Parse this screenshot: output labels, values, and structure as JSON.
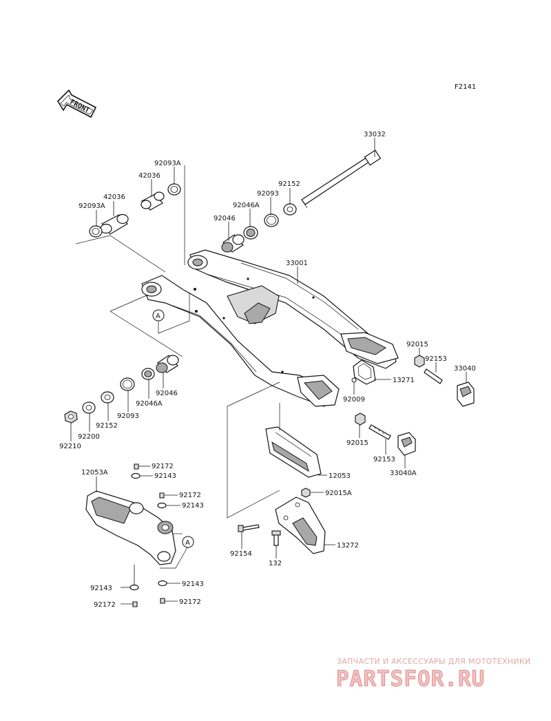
{
  "figure_code": "F2141",
  "front_label": "FRONT",
  "ref_marker": "A",
  "watermark": {
    "subtitle": "ЗАПЧАСТИ И АКСЕССУАРЫ ДЛЯ МОТОТЕХНИКИ",
    "brand": "PARTSFOR.RU"
  },
  "part_numbers": {
    "axle": "33032",
    "collar_a_right": "92093A",
    "bushing_right": "42036",
    "bushing_left": "42036",
    "collar_a_left": "92093A",
    "washer_upper": "92152",
    "collar_upper": "92093",
    "bearing_seal_upper": "92046A",
    "bearing_upper": "92046",
    "swingarm": "33001",
    "nut_adjuster_upper": "92015",
    "adjust_bolt_upper": "92153",
    "adjuster_block_upper": "33040",
    "chain_guide_plate": "13271",
    "bearing_lower": "92046",
    "seal_lower": "92046A",
    "collar_lower": "92093",
    "washer_lower": "92152",
    "washer_flat": "92200",
    "nut_pivot": "92210",
    "bolt_small": "92009",
    "nut_adjuster_lower": "92015",
    "adjust_bolt_lower": "92153",
    "adjuster_block_lower": "33040A",
    "chain_slipper": "12053",
    "guard_bolt_1": "92172",
    "guard_washer_1": "92143",
    "chain_slipper_a": "12053A",
    "guard_bolt_2": "92172",
    "guard_washer_2": "92143",
    "nut_guide": "92015A",
    "chain_guide": "13272",
    "bolt_long": "92154",
    "bolt_132": "132",
    "guard_washer_3": "92143",
    "guard_washer_4": "92143",
    "guard_bolt_3": "92172",
    "guard_bolt_4": "92172"
  }
}
